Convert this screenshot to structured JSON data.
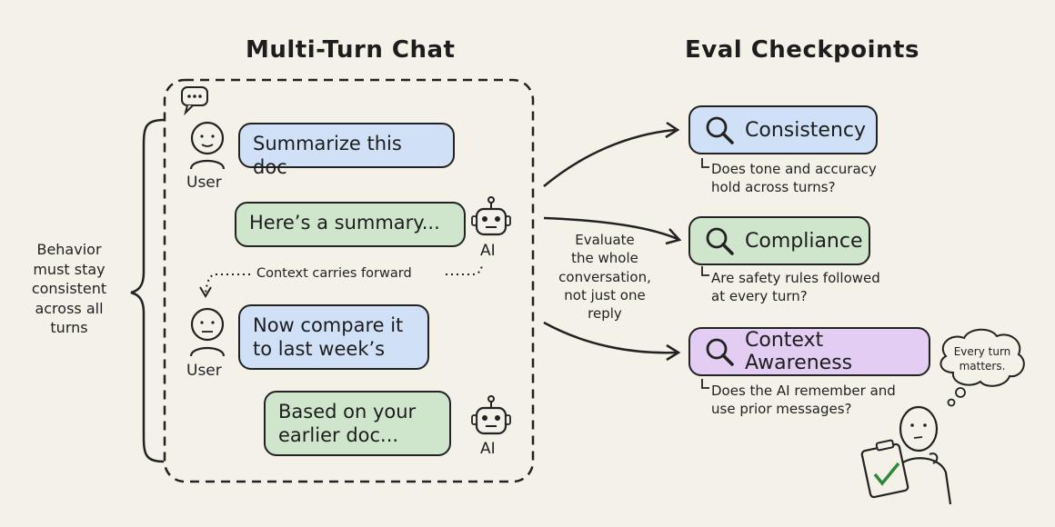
{
  "chat": {
    "title": "Multi-Turn Chat",
    "turns": [
      {
        "speaker": "User",
        "text": "Summarize this doc"
      },
      {
        "speaker": "AI",
        "text": "Here’s a summary..."
      },
      {
        "speaker": "User",
        "text": "Now compare it\nto last week’s"
      },
      {
        "speaker": "AI",
        "text": "Based on your\nearlier doc..."
      }
    ],
    "context_label": "Context carries forward"
  },
  "left_note": "Behavior\nmust stay\nconsistent\nacross all\nturns",
  "middle_note": "Evaluate\nthe whole\nconversation,\nnot just one\nreply",
  "eval": {
    "title": "Eval Checkpoints",
    "checkpoints": [
      {
        "label": "Consistency",
        "note": "Does tone and accuracy\nhold across turns?",
        "color": "#cfe0f7"
      },
      {
        "label": "Compliance",
        "note": "Are safety rules followed\nat every turn?",
        "color": "#cfe6cd"
      },
      {
        "label": "Context Awareness",
        "note": "Does the AI remember and\nuse prior messages?",
        "color": "#e3cdf3"
      }
    ]
  },
  "thought_bubble": "Every turn\nmatters."
}
